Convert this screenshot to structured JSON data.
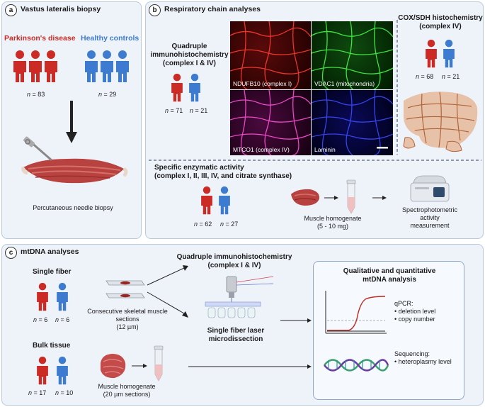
{
  "panel_a": {
    "tag": "a",
    "title": "Vastus lateralis biopsy",
    "pd_label": "Parkinson's disease",
    "hc_label": "Healthy controls",
    "n_pd": "83",
    "n_hc": "29",
    "biopsy_label": "Percutaneous needle biopsy"
  },
  "panel_b": {
    "tag": "b",
    "title": "Respiratory chain analyses",
    "quad_title_1": "Quadruple",
    "quad_title_2": "immunohistochemistry",
    "quad_title_3": "(complex I & IV)",
    "quad_n1": "71",
    "quad_n2": "21",
    "mic_labels": [
      "NDUFB10 (complex I)",
      "VDAC1 (mitochondria)",
      "MTCO1 (complex IV)",
      "Laminin"
    ],
    "cox_title_1": "COX/SDH histochemistry",
    "cox_title_2": "(complex IV)",
    "cox_n1": "68",
    "cox_n2": "21",
    "enz_title_1": "Specific enzymatic activity",
    "enz_title_2": "(complex I, II, III, IV, and citrate synthase)",
    "enz_n1": "62",
    "enz_n2": "27",
    "homog_1": "Muscle homogenate",
    "homog_2": "(5 - 10 mg)",
    "spec_1": "Spectrophotometric",
    "spec_2": "activity",
    "spec_3": "measurement"
  },
  "panel_c": {
    "tag": "c",
    "title": "mtDNA analyses",
    "single_fiber": "Single fiber",
    "sf_n1": "6",
    "sf_n2": "6",
    "bulk": "Bulk tissue",
    "bulk_n1": "17",
    "bulk_n2": "10",
    "sections_1": "Consecutive skeletal muscle",
    "sections_2": "sections",
    "sections_3": "(12 µm)",
    "quad_1": "Quadruple immunohistochemistry",
    "quad_2": "(complex I & IV)",
    "laser_1": "Single fiber laser",
    "laser_2": "microdissection",
    "homog_1": "Muscle homogenate",
    "homog_2": "(20 µm sections)",
    "qual_1": "Qualitative and quantitative",
    "qual_2": "mtDNA analysis",
    "qpcr": "qPCR:",
    "qpcr_items": [
      "deletion level",
      "copy number"
    ],
    "seq": "Sequencing:",
    "seq_items": [
      "heteroplasmy level"
    ]
  },
  "n_prefix": "n",
  "colors": {
    "pd": "#cc2a24",
    "hc": "#3d7bd1",
    "panel_bg": "#eef3fa",
    "panel_border": "#b9c9e0"
  }
}
